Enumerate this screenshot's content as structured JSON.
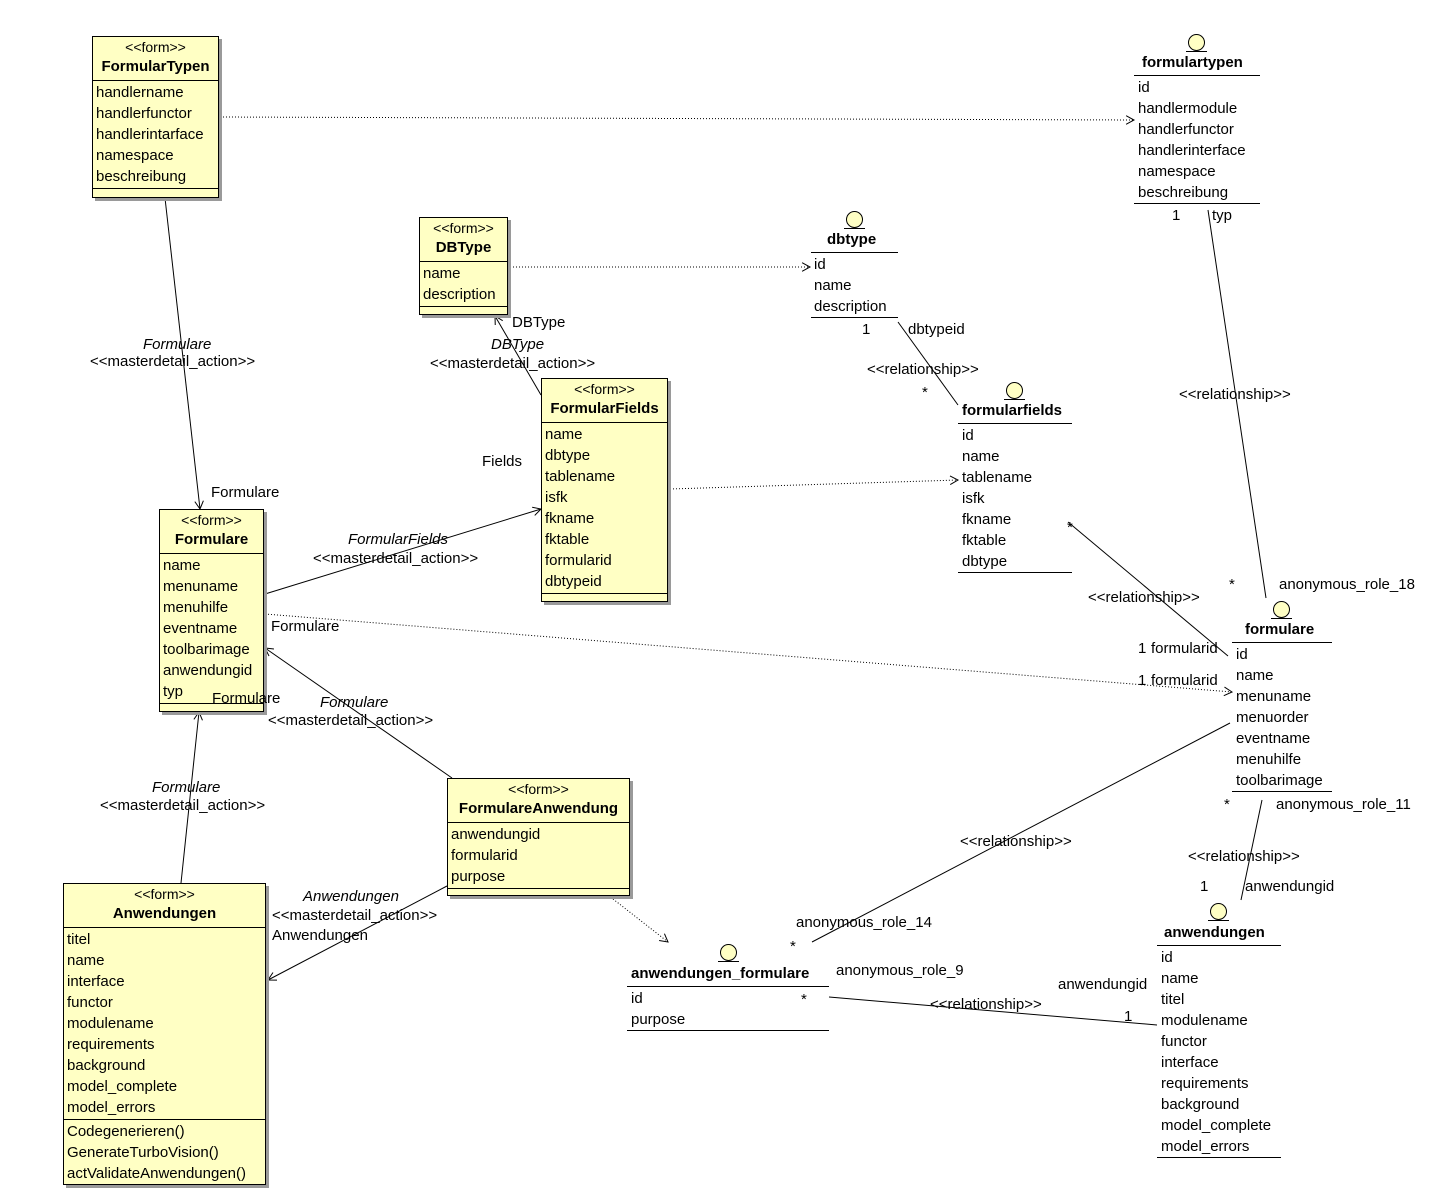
{
  "classes": [
    {
      "id": "FormularTypen",
      "stereotype": "<<form>>",
      "name": "FormularTypen",
      "attributes": [
        "handlername",
        "handlerfunctor",
        "handlerintarface",
        "namespace",
        "beschreibung"
      ],
      "methods": []
    },
    {
      "id": "DBType",
      "stereotype": "<<form>>",
      "name": "DBType",
      "attributes": [
        "name",
        "description"
      ],
      "methods": []
    },
    {
      "id": "FormularFields",
      "stereotype": "<<form>>",
      "name": "FormularFields",
      "attributes": [
        "name",
        "dbtype",
        "tablename",
        "isfk",
        "fkname",
        "fktable",
        "formularid",
        "dbtypeid"
      ],
      "methods": []
    },
    {
      "id": "Formulare",
      "stereotype": "<<form>>",
      "name": "Formulare",
      "attributes": [
        "name",
        "menuname",
        "menuhilfe",
        "eventname",
        "toolbarimage",
        "anwendungid",
        "typ"
      ],
      "methods": []
    },
    {
      "id": "FormulareAnwendung",
      "stereotype": "<<form>>",
      "name": "FormulareAnwendung",
      "attributes": [
        "anwendungid",
        "formularid",
        "purpose"
      ],
      "methods": []
    },
    {
      "id": "Anwendungen",
      "stereotype": "<<form>>",
      "name": "Anwendungen",
      "attributes": [
        "titel",
        "name",
        "interface",
        "functor",
        "modulename",
        "requirements",
        "background",
        "model_complete",
        "model_errors"
      ],
      "methods": [
        "Codegenerieren()",
        "GenerateTurboVision()",
        "actValidateAnwendungen()"
      ]
    }
  ],
  "entities": [
    {
      "id": "formulartypen",
      "name": "formulartypen",
      "columns": [
        "id",
        "handlermodule",
        "handlerfunctor",
        "handlerinterface",
        "namespace",
        "beschreibung"
      ]
    },
    {
      "id": "dbtype",
      "name": "dbtype",
      "columns": [
        "id",
        "name",
        "description"
      ]
    },
    {
      "id": "formularfields",
      "name": "formularfields",
      "columns": [
        "id",
        "name",
        "tablename",
        "isfk",
        "fkname",
        "fktable",
        "dbtype"
      ]
    },
    {
      "id": "formulare",
      "name": "formulare",
      "columns": [
        "id",
        "name",
        "menuname",
        "menuorder",
        "eventname",
        "menuhilfe",
        "toolbarimage"
      ]
    },
    {
      "id": "anwendungen",
      "name": "anwendungen",
      "columns": [
        "id",
        "name",
        "titel",
        "modulename",
        "functor",
        "interface",
        "requirements",
        "background",
        "model_complete",
        "model_errors"
      ]
    },
    {
      "id": "anwendungen_formulare",
      "name": "anwendungen_formulare",
      "columns": [
        "id",
        "purpose"
      ]
    }
  ],
  "labels": [
    "DBType",
    "DBType",
    "<<masterdetail_action>>",
    "Formulare",
    "<<masterdetail_action>>",
    "Formulare",
    "Fields",
    "FormularFields",
    "<<masterdetail_action>>",
    "Formulare",
    "Formulare",
    "Formulare",
    "<<masterdetail_action>>",
    "Formulare",
    "<<masterdetail_action>>",
    "Anwendungen",
    "<<masterdetail_action>>",
    "Anwendungen",
    "1",
    "dbtypeid",
    "<<relationship>>",
    "*",
    "<<relationship>>",
    "typ",
    "1",
    "*",
    "<<relationship>>",
    "*",
    "anonymous_role_18",
    "formularid",
    "1",
    "formularid",
    "1",
    "*",
    "anonymous_role_11",
    "<<relationship>>",
    "<<relationship>>",
    "1",
    "anwendungid",
    "anonymous_role_14",
    "*",
    "anonymous_role_9",
    "*",
    "<<relationship>>",
    "anwendungid",
    "1"
  ],
  "colors": {
    "class_fill": "#ffffc4",
    "line": "#000000"
  }
}
